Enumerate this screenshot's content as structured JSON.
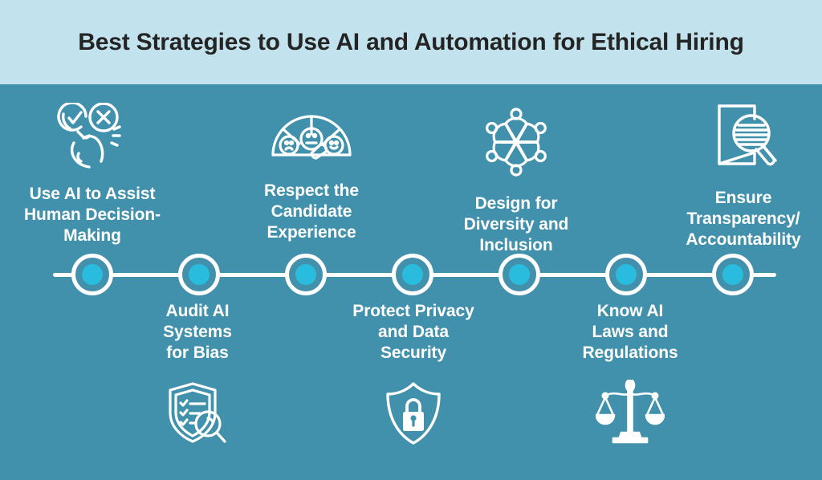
{
  "header": {
    "title": "Best Strategies to Use AI and Automation for Ethical Hiring"
  },
  "colors": {
    "header_background": "#C2E3ED",
    "body_background": "#4191AC",
    "title_text": "#242424",
    "label_text": "#FFFFFF",
    "timeline_line": "#FFFFFF",
    "node_ring": "#FFFFFF",
    "node_dot": "#29BCDE",
    "icon_stroke": "#FFFFFF"
  },
  "timeline": {
    "node_count": 7,
    "orientation": "horizontal"
  },
  "steps": [
    {
      "index": 1,
      "label": "Use AI to Assist\nHuman Decision-\nMaking",
      "icon": "hand-pointing-check-cross-icon",
      "position": "above"
    },
    {
      "index": 2,
      "label": "Audit AI\nSystems\nfor Bias",
      "icon": "shield-checklist-magnifier-icon",
      "position": "below"
    },
    {
      "index": 3,
      "label": "Respect the\nCandidate\nExperience",
      "icon": "satisfaction-gauge-icon",
      "position": "above"
    },
    {
      "index": 4,
      "label": "Protect Privacy\nand Data\nSecurity",
      "icon": "shield-lock-icon",
      "position": "below"
    },
    {
      "index": 5,
      "label": "Design for\nDiversity and\nInclusion",
      "icon": "people-circle-diversity-icon",
      "position": "above"
    },
    {
      "index": 6,
      "label": "Know AI\nLaws and\nRegulations",
      "icon": "scales-of-justice-icon",
      "position": "below"
    },
    {
      "index": 7,
      "label": "Ensure\nTransparency/\nAccountability",
      "icon": "document-magnifier-icon",
      "position": "above"
    }
  ]
}
